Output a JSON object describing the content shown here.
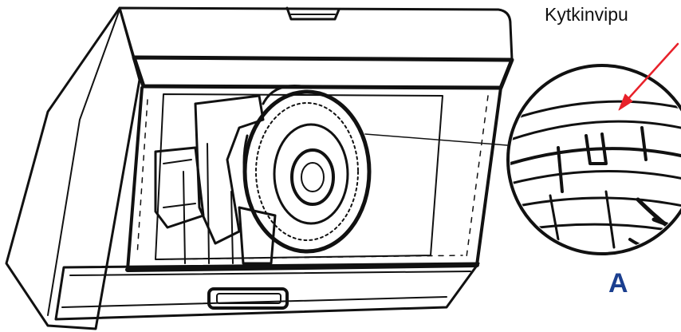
{
  "callout": {
    "label": "Kytkinvipu",
    "arrow_color": "#e8212a"
  },
  "panel": {
    "letter": "A",
    "letter_color": "#1b3f8f"
  },
  "illustration": {
    "subject": "range-hood-underside",
    "line_color": "#111111"
  }
}
